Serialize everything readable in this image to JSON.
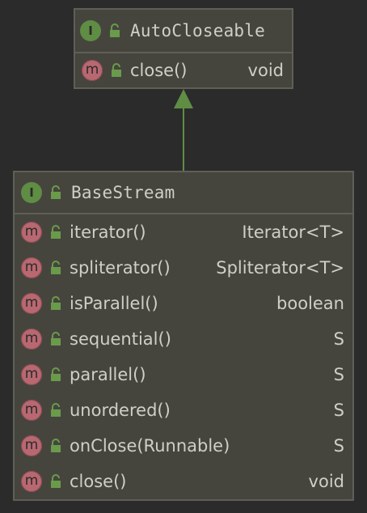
{
  "colors": {
    "background": "#2b2b2b",
    "box": "#45453e",
    "border": "#5f5f58",
    "interface_badge": "#5f8d44",
    "method_badge": "#b86871",
    "lock": "#6a9b4a",
    "arrow": "#5f8d44",
    "text": "#cfcfc8"
  },
  "icons": {
    "interface": "I",
    "method": "m",
    "visibility": "lock-icon"
  },
  "autocloseable": {
    "name": "AutoCloseable",
    "methods": [
      {
        "name": "close()",
        "type": "void"
      }
    ]
  },
  "basestream": {
    "name": "BaseStream",
    "methods": [
      {
        "name": "iterator()",
        "type": "Iterator<T>"
      },
      {
        "name": "spliterator()",
        "type": "Spliterator<T>"
      },
      {
        "name": "isParallel()",
        "type": "boolean"
      },
      {
        "name": "sequential()",
        "type": "S"
      },
      {
        "name": "parallel()",
        "type": "S"
      },
      {
        "name": "unordered()",
        "type": "S"
      },
      {
        "name": "onClose(Runnable)",
        "type": "S"
      },
      {
        "name": "close()",
        "type": "void"
      }
    ]
  }
}
